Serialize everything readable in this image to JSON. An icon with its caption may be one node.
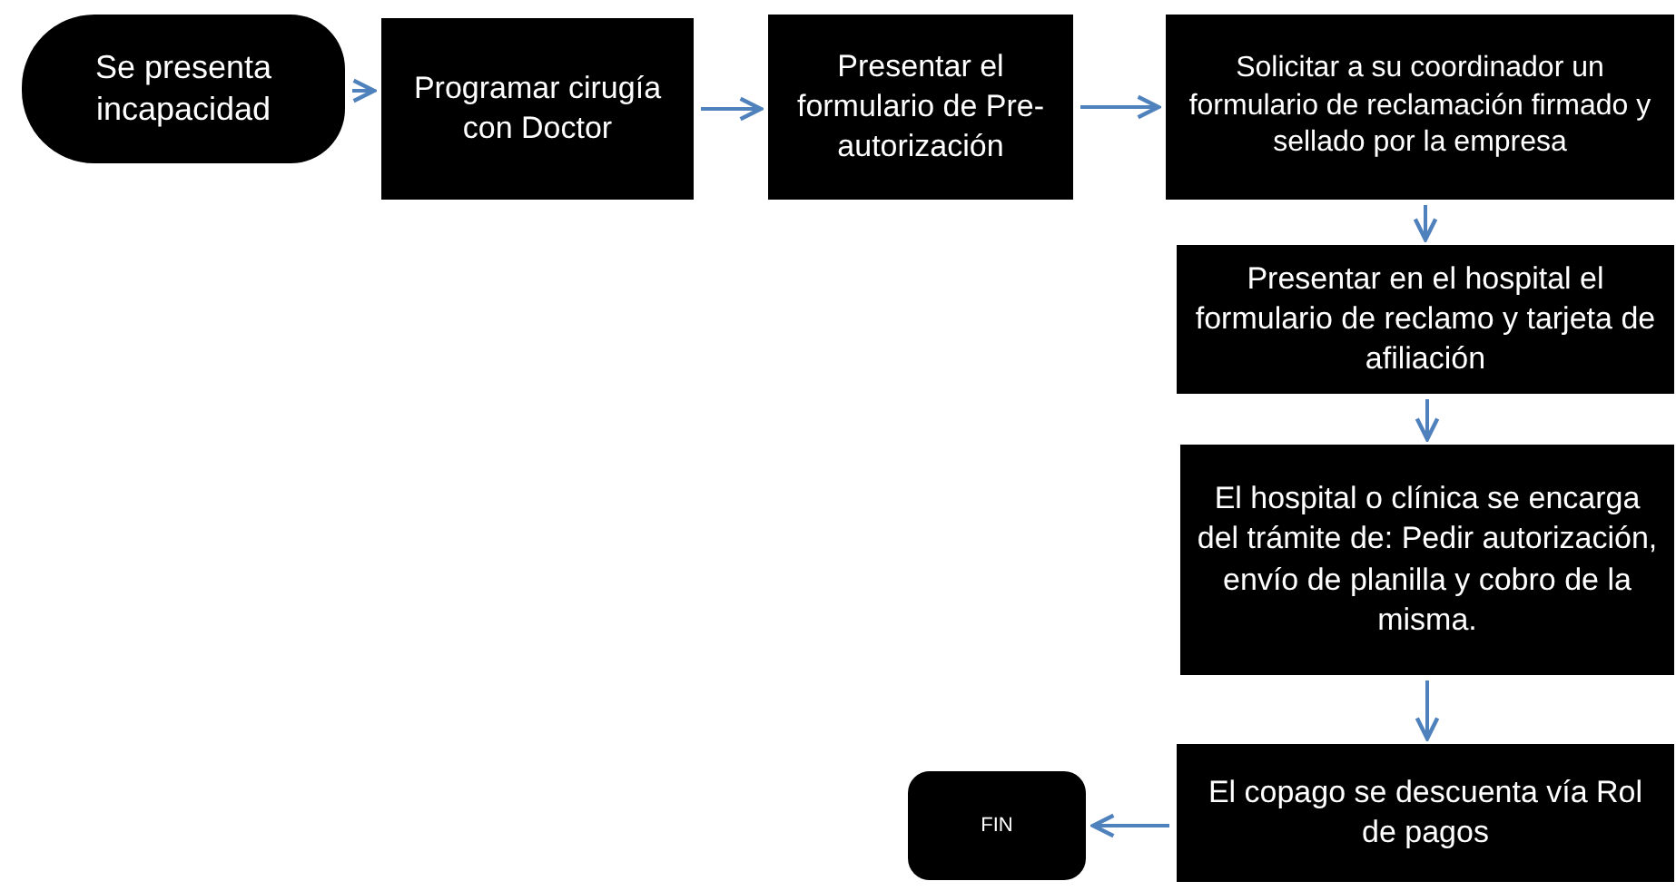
{
  "diagram": {
    "nodes": [
      {
        "text": [
          "Se presenta incapacidad"
        ]
      },
      {
        "text": [
          "Programar cirugía con Doctor"
        ]
      },
      {
        "text": [
          "Presentar el formulario de Pre-autorización"
        ]
      },
      {
        "text": [
          "Solicitar a su coordinador un formulario de reclamación firmado y sellado por la empresa"
        ]
      },
      {
        "text": [
          "Presentar en el hospital el formulario de reclamo y tarjeta de afiliación"
        ]
      },
      {
        "text": [
          "El hospital o clínica se encarga del trámite de: Pedir autorización, envío de planilla y cobro de la misma."
        ]
      },
      {
        "text": [
          "El copago se descuenta vía Rol de pagos"
        ]
      },
      {
        "text": [
          "FIN"
        ]
      }
    ],
    "edges": [
      {
        "from": 0,
        "to": 1,
        "arrow": "to"
      },
      {
        "from": 1,
        "to": 2,
        "arrow": "to"
      },
      {
        "from": 2,
        "to": 3,
        "arrow": "to"
      },
      {
        "from": 3,
        "to": 4,
        "arrow": "to"
      },
      {
        "from": 4,
        "to": 5,
        "arrow": "to"
      },
      {
        "from": 5,
        "to": 6,
        "arrow": "to"
      },
      {
        "from": 6,
        "to": 7,
        "arrow": "to"
      }
    ]
  }
}
